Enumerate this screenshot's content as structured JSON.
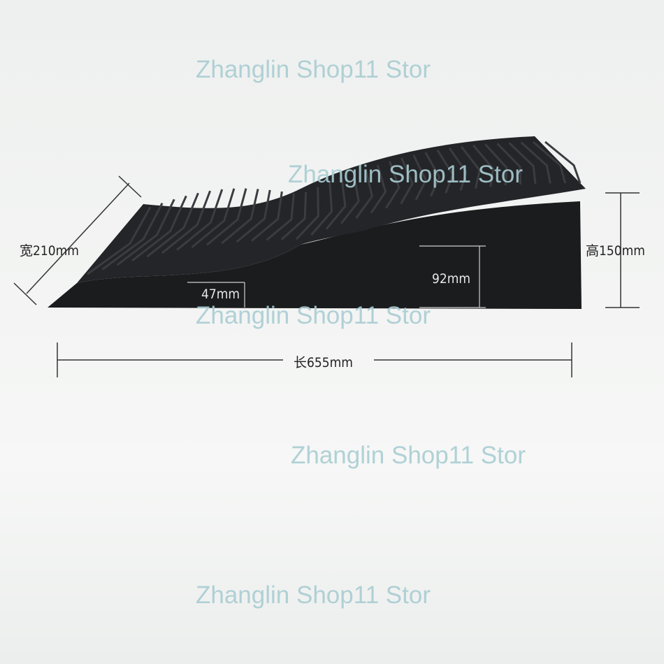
{
  "watermark_text": "Zhanglin Shop11 Stor",
  "dimensions": {
    "width_label": "宽210mm",
    "height_label": "高150mm",
    "length_label": "长655mm",
    "low_height_label": "47mm",
    "mid_height_label": "92mm"
  },
  "colors": {
    "ramp": "#1c1d1f",
    "ramp_top": "#232427",
    "tread": "#3a3b3e",
    "watermark": "#a9cdd3"
  }
}
